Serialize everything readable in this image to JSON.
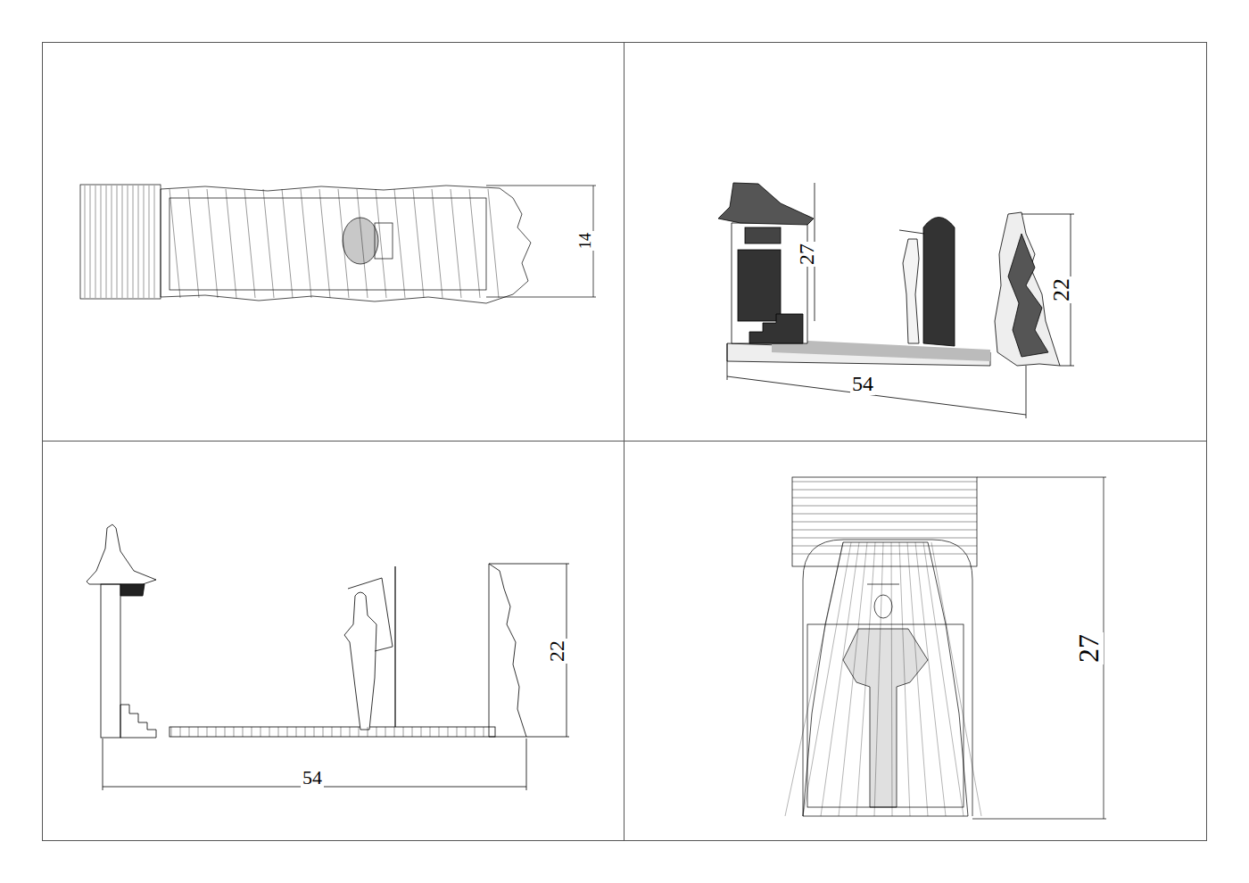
{
  "diagram": {
    "labels": [
      "14",
      "27",
      "22",
      "54",
      "22",
      "54",
      "27"
    ]
  }
}
